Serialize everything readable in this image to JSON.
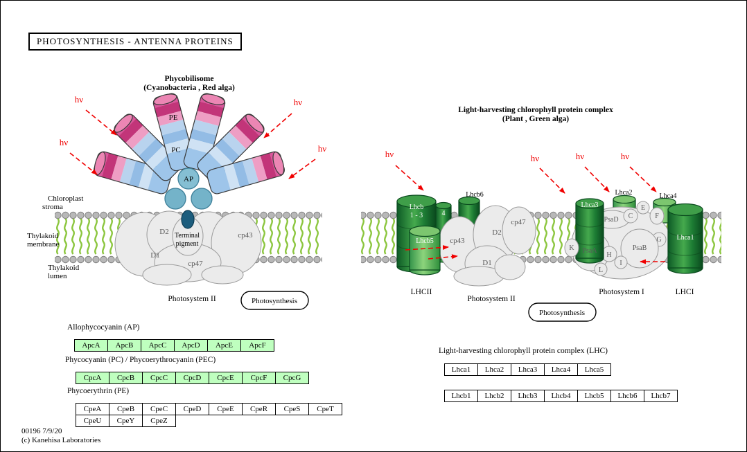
{
  "page": {
    "title": "PHOTOSYNTHESIS - ANTENNA  PROTEINS",
    "map_number": "00196 7/9/20",
    "copyright": "(c) Kanehisa Laboratories"
  },
  "phycobilisome": {
    "title": "Phycobilisome",
    "subtitle": "(Cyanobacteria , Red alga)",
    "hv": "hν",
    "pe": "PE",
    "pc": "PC",
    "ap": "AP",
    "terminal_1": "Terminal",
    "terminal_2": "pigment",
    "d2": "D2",
    "d1": "D1",
    "cp47": "cp47",
    "cp43": "cp43",
    "stroma_1": "Chloroplast",
    "stroma_2": "stroma",
    "membrane_1": "Thylakoid",
    "membrane_2": "membrane",
    "lumen_1": "Thylakoid",
    "lumen_2": "lumen",
    "photosystem_ii": "Photosystem II",
    "photosynthesis": "Photosynthesis"
  },
  "lhc": {
    "title": "Light-harvesting chlorophyll protein complex",
    "subtitle": "(Plant , Green alga)",
    "hv": "hν",
    "lhcb_line1": "Lhcb",
    "lhcb_line2": "1 - 3",
    "lhcb4": "4",
    "lhcb5": "Lhcb5",
    "lhcb6": "Lhcb6",
    "cp43": "cp43",
    "d2": "D2",
    "d1": "D1",
    "cp47": "cp47",
    "lhca1": "Lhca1",
    "lhca2": "Lhca2",
    "lhca3": "Lhca3",
    "lhca4": "Lhca4",
    "psad": "PsaD",
    "psaa": "PsaA",
    "psab": "PsaB",
    "c": "C",
    "e": "E",
    "f": "F",
    "g": "G",
    "h": "H",
    "i": "I",
    "k": "K",
    "l": "L",
    "lhcii": "LHCII",
    "lhci": "LHCI",
    "photosystem_ii": "Photosystem II",
    "photosystem_i": "Photosystem I",
    "photosynthesis": "Photosynthesis"
  },
  "tables": {
    "ap": {
      "label": "Allophycocyanin (AP)",
      "genes": [
        "ApcA",
        "ApcB",
        "ApcC",
        "ApcD",
        "ApcE",
        "ApcF"
      ]
    },
    "pc": {
      "label": "Phycocyanin (PC) / Phycoerythrocyanin (PEC)",
      "genes": [
        "CpcA",
        "CpcB",
        "CpcC",
        "CpcD",
        "CpcE",
        "CpcF",
        "CpcG"
      ]
    },
    "pe": {
      "label": "Phycoerythrin (PE)",
      "row1": [
        "CpeA",
        "CpeB",
        "CpeC",
        "CpeD",
        "CpeE",
        "CpeR",
        "CpeS",
        "CpeT"
      ],
      "row2": [
        "CpeU",
        "CpeY",
        "CpeZ"
      ]
    },
    "lhc": {
      "label": "Light-harvesting chlorophyll protein complex (LHC)",
      "row1": [
        "Lhca1",
        "Lhca2",
        "Lhca3",
        "Lhca4",
        "Lhca5"
      ],
      "row2": [
        "Lhcb1",
        "Lhcb2",
        "Lhcb3",
        "Lhcb4",
        "Lhcb5",
        "Lhcb6",
        "Lhcb7"
      ]
    }
  },
  "colors": {
    "gene_green": "#bfffbf",
    "arrow_red": "#f00000",
    "membrane_green": "#8cc63f",
    "pe_pink": "#d9569b",
    "pc_blue": "#9ec5ea",
    "ap_teal": "#74b3c9",
    "lhc_green": "#1f7a33",
    "complex_gray": "#ebebeb"
  }
}
